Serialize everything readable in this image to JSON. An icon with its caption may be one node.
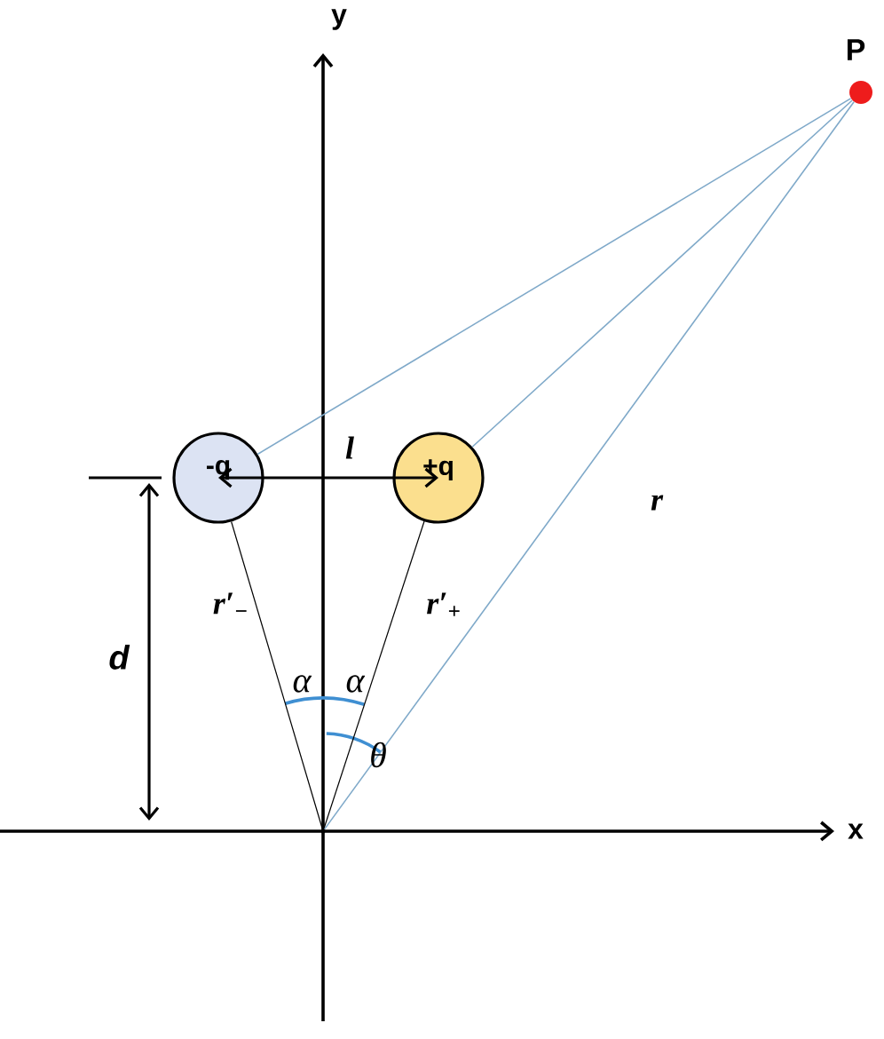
{
  "diagram": {
    "nodes": [
      {
        "text": [
          "-q"
        ]
      },
      {
        "text": [
          "+q"
        ]
      },
      {
        "text": [],
        "shape": "circle",
        "beside": [
          "P"
        ]
      },
      {
        "text": [],
        "shape": "point"
      }
    ],
    "edges": [
      {
        "from": 0,
        "to": 1,
        "arrow": "both",
        "label": "l"
      },
      {
        "from": 3,
        "to": 0,
        "arrow": "none",
        "label": "*r*′$_{−}$"
      },
      {
        "from": 3,
        "to": 1,
        "arrow": "none",
        "label": "*r*′$_{+}$"
      },
      {
        "from": 3,
        "to": 2,
        "arrow": "none",
        "label": "r",
        "color": "#7fa9c9"
      },
      {
        "from": 0,
        "to": 2,
        "arrow": "none",
        "color": "#7fa9c9"
      },
      {
        "from": 1,
        "to": 2,
        "arrow": "none",
        "color": "#7fa9c9"
      }
    ],
    "labels": [
      "y",
      "x",
      "d",
      "α",
      "α",
      "θ"
    ]
  }
}
